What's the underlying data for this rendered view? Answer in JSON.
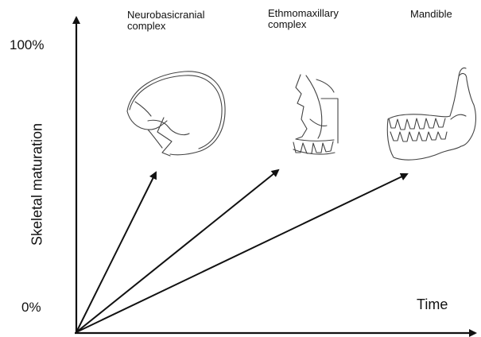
{
  "axes": {
    "y_title": "Skeletal maturation",
    "x_title": "Time",
    "y_top_label": "100%",
    "y_bottom_label": "0%"
  },
  "regions": [
    {
      "label": "Neurobasicranial\ncomplex",
      "illustration": "skull-cranium"
    },
    {
      "label": "Ethmomaxillary\ncomplex",
      "illustration": "maxilla-teeth"
    },
    {
      "label": "Mandible",
      "illustration": "mandible-jaw"
    }
  ],
  "colors": {
    "ink": "#111111",
    "sketch": "#444444",
    "background": "#ffffff"
  }
}
